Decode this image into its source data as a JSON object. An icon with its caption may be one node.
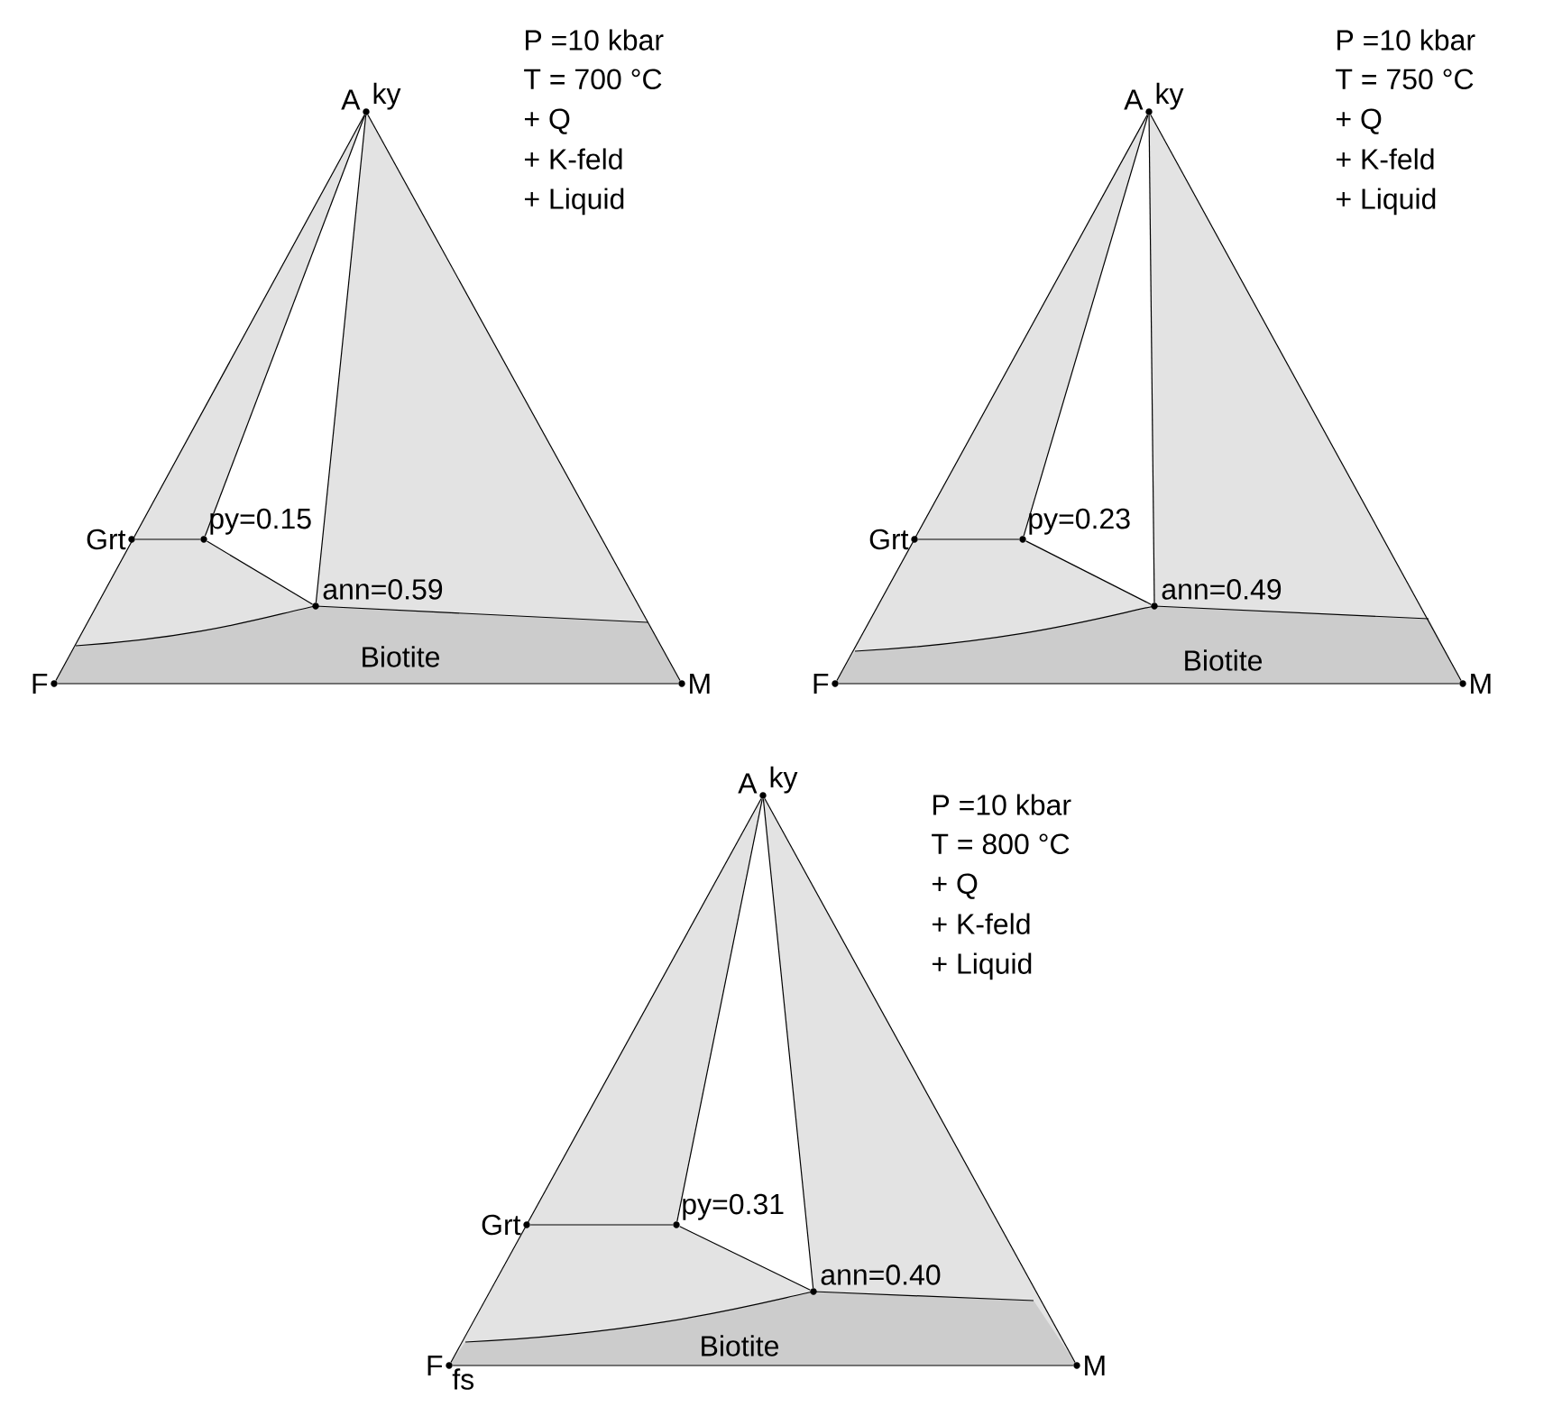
{
  "diagram": {
    "nodes": [
      {
        "text": [
          "A"
        ],
        "beside": [
          "ky"
        ]
      },
      {
        "text": [
          "Grt"
        ]
      },
      {
        "text": [
          "py=0.15"
        ]
      },
      {
        "text": [
          "ann=0.59"
        ]
      },
      {
        "text": [
          "F"
        ]
      },
      {
        "text": [
          "M"
        ]
      },
      {
        "text": [
          "A"
        ],
        "beside": [
          "ky"
        ]
      },
      {
        "text": [
          "Grt"
        ]
      },
      {
        "text": [
          "py=0.23"
        ]
      },
      {
        "text": [
          "ann=0.49"
        ]
      },
      {
        "text": [
          "F"
        ]
      },
      {
        "text": [
          "M"
        ]
      },
      {
        "text": [
          "A"
        ],
        "beside": [
          "ky"
        ]
      },
      {
        "text": [
          "Grt"
        ]
      },
      {
        "text": [
          "py=0.31"
        ]
      },
      {
        "text": [
          "ann=0.40"
        ]
      },
      {
        "text": [
          "F"
        ],
        "beside": [
          "fs"
        ]
      },
      {
        "text": [
          "M"
        ]
      }
    ],
    "edges": [
      {
        "from": 4,
        "to": 0,
        "arrow": "none"
      },
      {
        "from": 0,
        "to": 5,
        "arrow": "none"
      },
      {
        "from": 4,
        "to": 5,
        "arrow": "none"
      },
      {
        "from": 0,
        "to": 2,
        "arrow": "none"
      },
      {
        "from": 0,
        "to": 3,
        "arrow": "none"
      },
      {
        "from": 1,
        "to": 2,
        "arrow": "none"
      },
      {
        "from": 2,
        "to": 3,
        "arrow": "none"
      },
      {
        "from": 10,
        "to": 6,
        "arrow": "none"
      },
      {
        "from": 6,
        "to": 11,
        "arrow": "none"
      },
      {
        "from": 10,
        "to": 11,
        "arrow": "none"
      },
      {
        "from": 6,
        "to": 8,
        "arrow": "none"
      },
      {
        "from": 6,
        "to": 9,
        "arrow": "none"
      },
      {
        "from": 7,
        "to": 8,
        "arrow": "none"
      },
      {
        "from": 8,
        "to": 9,
        "arrow": "none"
      },
      {
        "from": 16,
        "to": 12,
        "arrow": "none"
      },
      {
        "from": 12,
        "to": 17,
        "arrow": "none"
      },
      {
        "from": 16,
        "to": 17,
        "arrow": "none"
      },
      {
        "from": 12,
        "to": 14,
        "arrow": "none"
      },
      {
        "from": 12,
        "to": 15,
        "arrow": "none"
      },
      {
        "from": 13,
        "to": 14,
        "arrow": "none"
      },
      {
        "from": 14,
        "to": 15,
        "arrow": "none"
      }
    ],
    "labels": [
      "P =10 kbar",
      "T = 700 °C",
      "+ Q",
      "+ K-feld",
      "+ Liquid",
      "Biotite",
      "P =10 kbar",
      "T = 750 °C",
      "+ Q",
      "+ K-feld",
      "+ Liquid",
      "Biotite",
      "P =10 kbar",
      "T = 800 °C",
      "+ Q",
      "+ K-feld",
      "+ Liquid",
      "Biotite"
    ]
  }
}
